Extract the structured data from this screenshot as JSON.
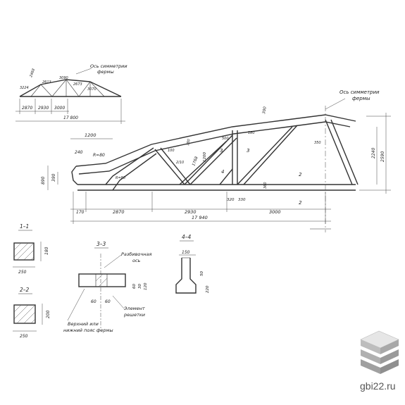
{
  "small_scheme": {
    "top_labels": [
      "3224",
      "2468",
      "2613",
      "3090",
      "2673",
      "3070"
    ],
    "axis_note_line1": "Ось симметрии",
    "axis_note_line2": "фермы",
    "dims": [
      "2870",
      "2930",
      "3000"
    ],
    "overall": "17 800"
  },
  "main_truss": {
    "axis_note_line1": "Ось симметрии",
    "axis_note_line2": "фермы",
    "left_dims": [
      "1200",
      "240",
      "R=80",
      "890",
      "390"
    ],
    "bottom_dims": [
      "170",
      "2870",
      "2930",
      "3000"
    ],
    "overall": "17 940",
    "right_dims": [
      "2590",
      "2240"
    ],
    "mid_labels": [
      "300",
      "180",
      "100",
      "1200",
      "1768",
      "2/10",
      "320",
      "330",
      "350",
      "360",
      "500",
      "180",
      "R=80",
      "3",
      "3",
      "4",
      "2",
      "2"
    ]
  },
  "section_1_1": {
    "title": "1–1",
    "w": "250",
    "h": "180"
  },
  "section_2_2": {
    "title": "2–2",
    "w": "250",
    "h": "200"
  },
  "section_3_3": {
    "title": "3–3",
    "note_top_line1": "Разбивочная",
    "note_top_line2": "ось",
    "dims": [
      "60",
      "60",
      "60",
      "30",
      "120"
    ],
    "note_right_line1": "Элемент",
    "note_right_line2": "решетки",
    "note_bottom_line1": "Верхний или",
    "note_bottom_line2": "нижний пояс фермы"
  },
  "section_4_4": {
    "title": "4–4",
    "w": "150",
    "dims": [
      "50",
      "220"
    ]
  },
  "watermark": {
    "site": "gbi22.ru"
  },
  "colors": {
    "ink": "#333333",
    "logo_light": "#e6e6e6",
    "logo_mid": "#bdbdbd",
    "logo_dark": "#8f8f8f"
  }
}
